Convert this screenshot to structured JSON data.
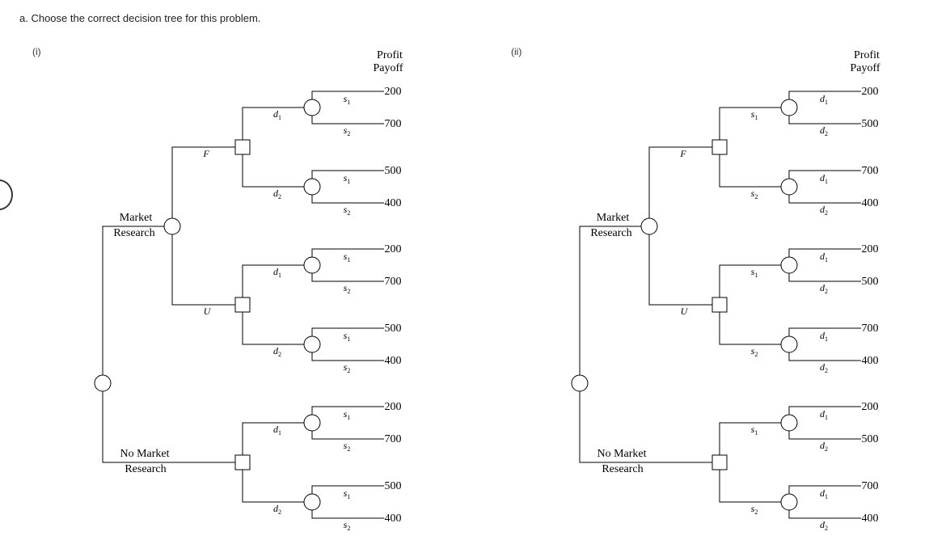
{
  "question": "a. Choose the correct decision tree for this problem.",
  "options": [
    {
      "label": "(i)",
      "header_line1": "Profit",
      "header_line2": "Payoff",
      "market_research_line1": "Market",
      "market_research_line2": "Research",
      "no_market_research_line1": "No Market",
      "no_market_research_line2": "Research",
      "favorable": "F",
      "unfavorable": "U",
      "first_branch_letter": "d",
      "first_branch_subscripts": [
        "1",
        "2"
      ],
      "second_branch_letter": "s",
      "second_branch_subscripts": [
        "1",
        "2"
      ],
      "payoffs": [
        "200",
        "700",
        "500",
        "400",
        "200",
        "700",
        "500",
        "400",
        "200",
        "700",
        "500",
        "400"
      ]
    },
    {
      "label": "(ii)",
      "header_line1": "Profit",
      "header_line2": "Payoff",
      "market_research_line1": "Market",
      "market_research_line2": "Research",
      "no_market_research_line1": "No Market",
      "no_market_research_line2": "Research",
      "favorable": "F",
      "unfavorable": "U",
      "first_branch_letter": "s",
      "first_branch_subscripts": [
        "1",
        "2"
      ],
      "second_branch_letter": "d",
      "second_branch_subscripts": [
        "1",
        "2"
      ],
      "payoffs": [
        "200",
        "500",
        "700",
        "400",
        "200",
        "500",
        "700",
        "400",
        "200",
        "500",
        "700",
        "400"
      ]
    }
  ]
}
